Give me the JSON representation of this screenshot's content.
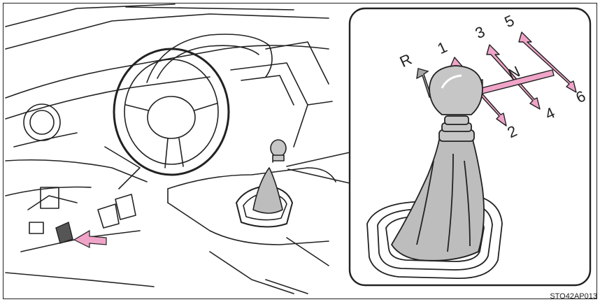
{
  "gear_labels": {
    "r": "R",
    "g1": "1",
    "g2": "2",
    "g3": "3",
    "g4": "4",
    "g5": "5",
    "g6": "6",
    "n": "N"
  },
  "figure_code": "STO42AP013",
  "colors": {
    "line": "#222222",
    "arrow_pink": "#f0a4c8",
    "arrow_gray": "#a7a7a7",
    "boot_gray": "#bdbdbd",
    "knob_gray": "#c6c6c6"
  }
}
